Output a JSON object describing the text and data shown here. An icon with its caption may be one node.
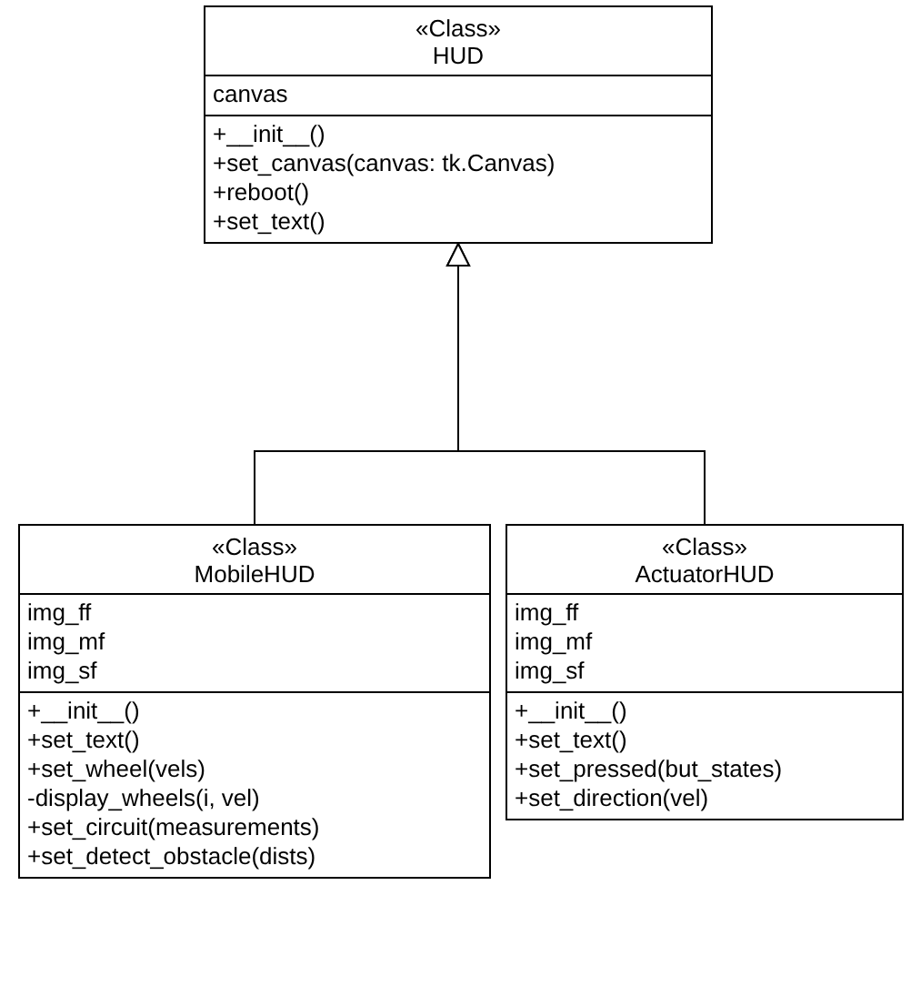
{
  "diagram": {
    "nodes": [
      {
        "text": [
          "«Class»",
          "HUD"
        ]
      },
      {
        "text": [
          "canvas"
        ],
        "in": 0
      },
      {
        "text": [
          "+__init__()",
          "+set_canvas(canvas: tk.Canvas)",
          "+reboot()",
          "+set_text()"
        ],
        "in": 0
      },
      {
        "text": [
          "«Class»",
          "MobileHUD"
        ]
      },
      {
        "text": [
          "img_ff",
          "img_mf",
          "img_sf"
        ],
        "in": 3
      },
      {
        "text": [
          "+__init__()",
          "+set_text()",
          "+set_wheel(vels)",
          "-display_wheels(i, vel)",
          "+set_circuit(measurements)",
          "+set_detect_obstacle(dists)"
        ],
        "in": 3
      },
      {
        "text": [
          "«Class»",
          "ActuatorHUD"
        ]
      },
      {
        "text": [
          "img_ff",
          "img_mf",
          "img_sf"
        ],
        "in": 6
      },
      {
        "text": [
          "+__init__()",
          "+set_text()",
          "+set_pressed(but_states)",
          "+set_direction(vel)"
        ],
        "in": 6
      }
    ],
    "edges": [
      {
        "from": 3,
        "to": 0,
        "arrow": "to"
      },
      {
        "from": 6,
        "to": 0,
        "arrow": "to"
      }
    ]
  }
}
